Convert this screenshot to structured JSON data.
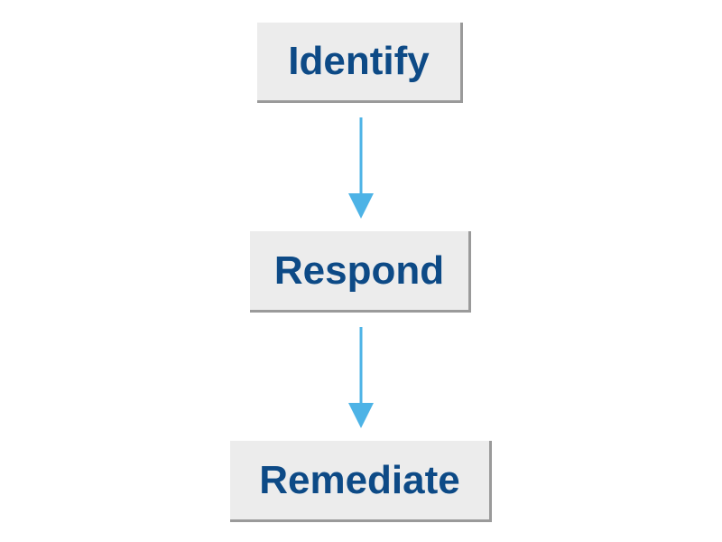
{
  "steps": [
    {
      "label": "Identify"
    },
    {
      "label": "Respond"
    },
    {
      "label": "Remediate"
    }
  ],
  "colors": {
    "text": "#0d4a86",
    "arrow": "#4db3e6",
    "box": "#ececec",
    "box_shadow": "#9a9a9a"
  }
}
